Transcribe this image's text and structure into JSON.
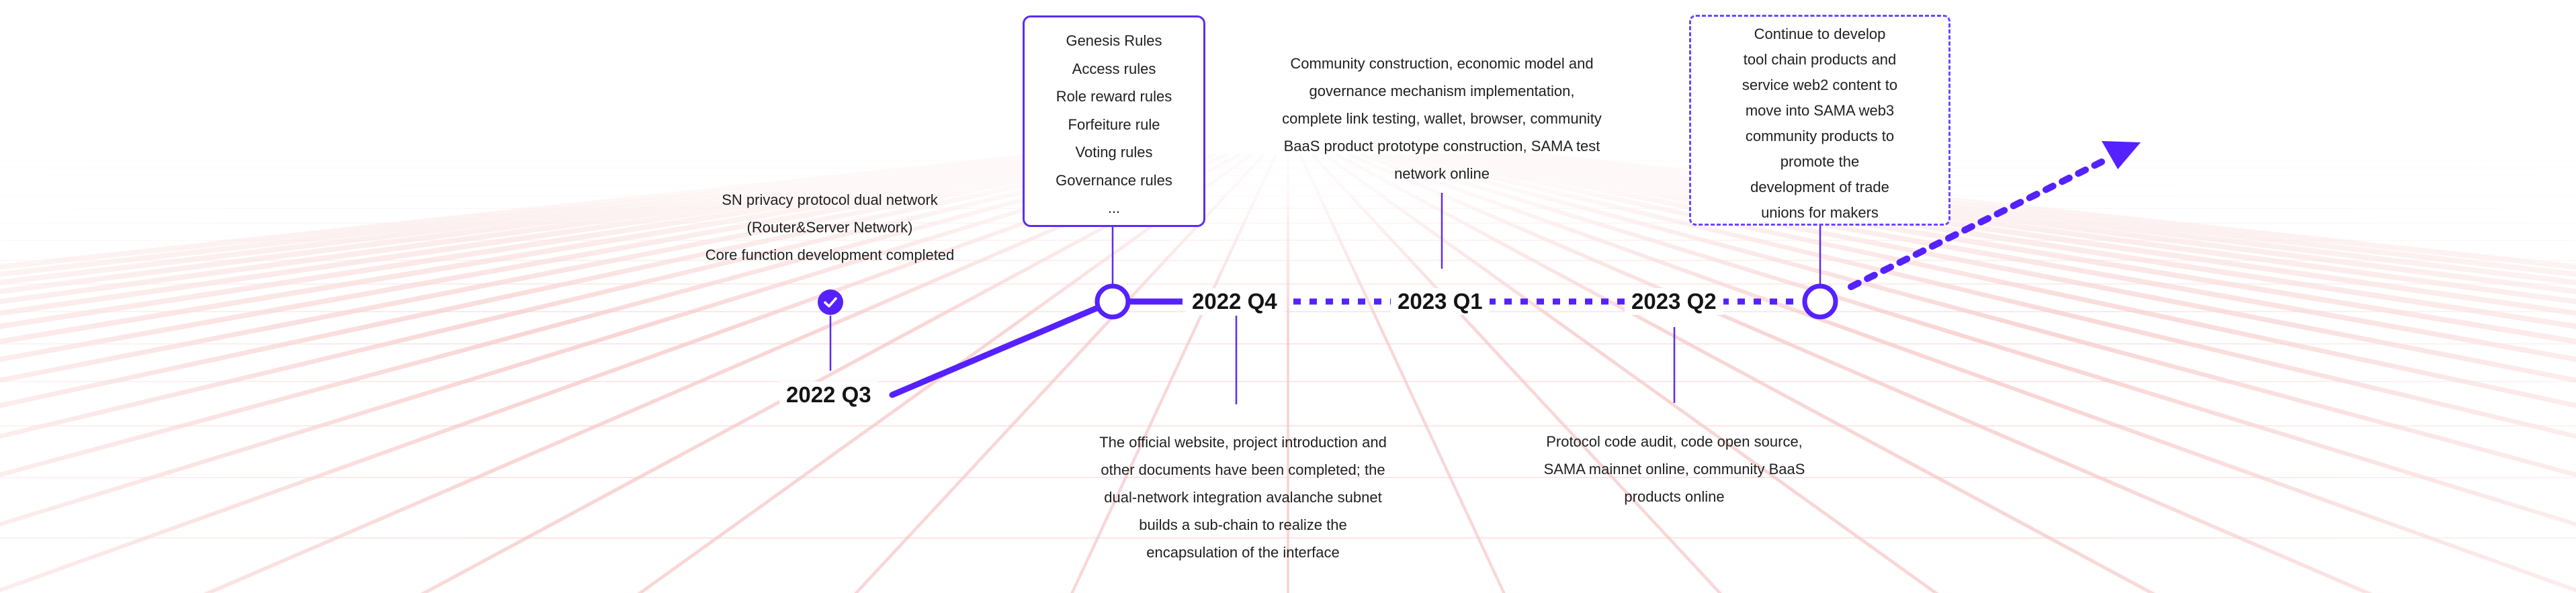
{
  "colors": {
    "accent": "#5521ff",
    "accent_light": "#c9b9ff",
    "grid_line": "#f7c9c9",
    "text": "#1a1a1a"
  },
  "milestones": [
    {
      "id": "q3-2022",
      "label": "2022 Q3",
      "status": "completed",
      "marker": "check-icon",
      "lines": [
        "SN privacy protocol dual network",
        "(Router&Server Network)",
        "Core function development completed"
      ]
    },
    {
      "id": "q4-2022-rules",
      "marker": "ring",
      "rules": [
        "Genesis Rules",
        "Access rules",
        "Role reward rules",
        "Forfeiture rule",
        "Voting rules",
        "Governance rules",
        "..."
      ]
    },
    {
      "id": "q4-2022",
      "label": "2022 Q4",
      "lines": [
        "The official website, project introduction and",
        "other documents have been completed; the",
        "dual-network integration avalanche subnet",
        "builds a sub-chain to realize the",
        "encapsulation of the interface"
      ]
    },
    {
      "id": "q1-2023",
      "label": "2023 Q1",
      "lines": [
        "Community construction, economic model and",
        "governance mechanism implementation,",
        "complete link testing, wallet, browser, community",
        "BaaS product prototype construction, SAMA test",
        "network online"
      ]
    },
    {
      "id": "q2-2023",
      "label": "2023 Q2",
      "lines": [
        "Protocol code audit, code open source,",
        "SAMA mainnet online, community BaaS",
        "products online"
      ]
    },
    {
      "id": "future",
      "marker": "ring",
      "lines": [
        "Continue to develop",
        "tool chain products and",
        "service web2 content to",
        "move into SAMA web3",
        "community products to",
        "promote the",
        "development of trade",
        "unions for makers"
      ]
    }
  ]
}
